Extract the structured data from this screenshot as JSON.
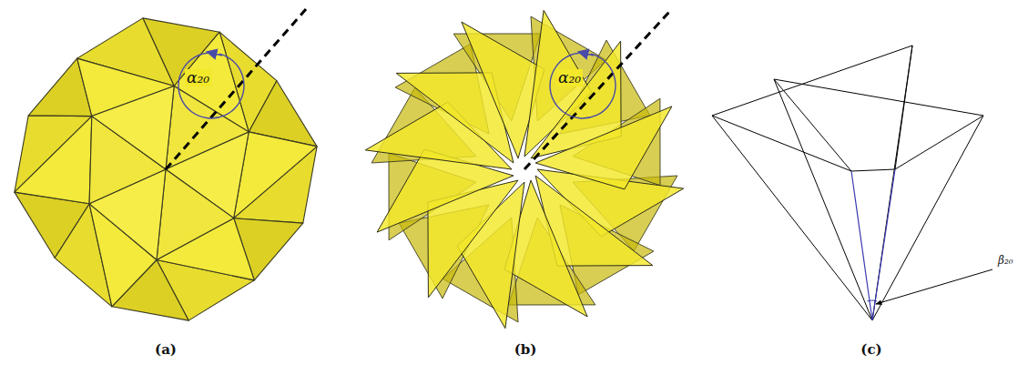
{
  "diagram": {
    "labels": [
      "α₂₀",
      "α₂₀",
      "β₂₀",
      "(a)",
      "(b)",
      "(c)"
    ]
  }
}
